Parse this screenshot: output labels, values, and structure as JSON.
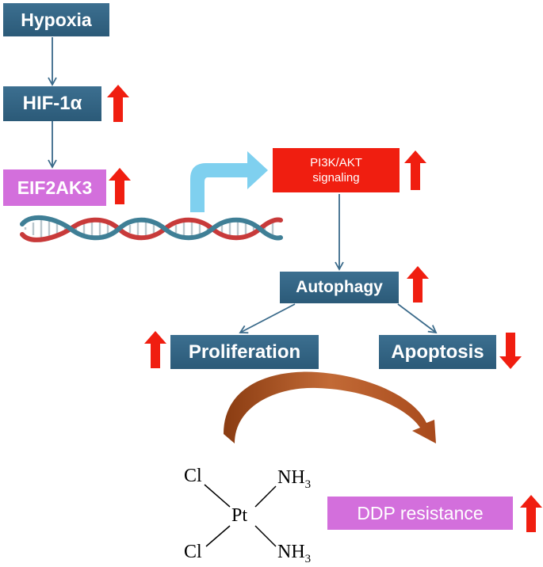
{
  "nodes": {
    "hypoxia": "Hypoxia",
    "hif": "HIF-1α",
    "eif": "EIF2AK3",
    "pi3k_line1": "PI3K/AKT",
    "pi3k_line2": "signaling",
    "autophagy": "Autophagy",
    "proliferation": "Proliferation",
    "apoptosis": "Apoptosis",
    "ddp": "DDP resistance"
  },
  "molecule": {
    "cl_top": "Cl",
    "cl_bottom": "Cl",
    "pt": "Pt",
    "nh_top": "NH",
    "nh_bottom": "NH",
    "subscript": "3"
  },
  "indicators": {
    "hif": "up",
    "eif": "up",
    "pi3k": "up",
    "autophagy": "up",
    "proliferation": "up",
    "apoptosis": "down",
    "ddp": "up"
  },
  "colors": {
    "node_teal": "#2f5f7e",
    "node_magenta": "#d36fdc",
    "node_red": "#f01e10",
    "indicator_red": "#f01e10",
    "connector": "#3a6a8a",
    "dna_red": "#c83a3a",
    "dna_blue": "#3f7f96",
    "bent_arrow": "#7fd0ef",
    "curved_arrow": "#b85a2a"
  }
}
